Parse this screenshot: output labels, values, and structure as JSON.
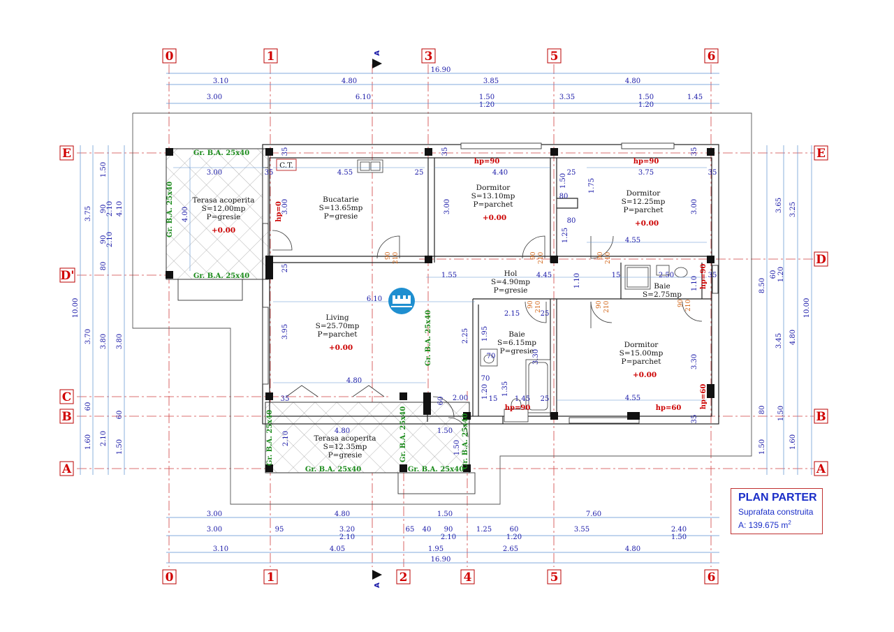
{
  "plan": {
    "title": "PLAN PARTER",
    "subtitle": "Suprafata construita",
    "area_label": "A: 139.675 m",
    "area_unit_sup": "2"
  },
  "axes_top": [
    "0",
    "1",
    "3",
    "5",
    "6"
  ],
  "axes_bottom": [
    "0",
    "1",
    "2",
    "4",
    "5",
    "6"
  ],
  "axes_left": [
    "E",
    "D'",
    "C",
    "B",
    "A"
  ],
  "axes_right": [
    "E",
    "D",
    "B",
    "A"
  ],
  "section": {
    "top": "A",
    "bottom": "A"
  },
  "dims_top": {
    "total": "16.90",
    "row1": [
      "3.10",
      "4.80",
      "3.85",
      "4.80"
    ],
    "row2": [
      "3.00",
      "6.10",
      "1.50",
      "3.35",
      "1.50",
      "1.45"
    ],
    "row2b": [
      "1.20",
      "1.20"
    ]
  },
  "dims_bottom": {
    "row1": [
      "3.00",
      "4.80",
      "1.50",
      "7.60"
    ],
    "row2": [
      "3.00",
      "95",
      "3.20",
      "65",
      "40",
      "90",
      "1.25",
      "60",
      "3.55",
      "2.40"
    ],
    "row2b": [
      "2.10",
      "2.10",
      "1.20",
      "1.50"
    ],
    "row3": [
      "3.10",
      "4.05",
      "1.95",
      "2.65",
      "4.80"
    ],
    "total": "16.90"
  },
  "dims_left": {
    "total": "10.00",
    "a": [
      "3.75",
      "3.70",
      "1.60"
    ],
    "b": [
      "1.50",
      "90",
      "2.10",
      "90",
      "2.10",
      "80",
      "3.80",
      "60",
      "2.10"
    ],
    "c": [
      "4.10",
      "3.80",
      "60",
      "1.50"
    ]
  },
  "dims_right": {
    "total": "10.00",
    "a": [
      "8.50",
      "80",
      "1.50"
    ],
    "b": [
      "3.65",
      "60",
      "1.20",
      "3.45",
      "1.50"
    ],
    "c": [
      "3.25",
      "4.80",
      "1.60"
    ]
  },
  "rooms": [
    {
      "name": "Terasa acoperita",
      "area": "S=12.00mp",
      "floor": "P=gresie",
      "level": "+0.00"
    },
    {
      "name": "Bucatarie",
      "area": "S=13.65mp",
      "floor": "P=gresie",
      "level": ""
    },
    {
      "name": "Dormitor",
      "area": "S=13.10mp",
      "floor": "P=parchet",
      "level": "+0.00"
    },
    {
      "name": "Dormitor",
      "area": "S=12.25mp",
      "floor": "P=parchet",
      "level": "+0.00"
    },
    {
      "name": "Hol",
      "area": "S=4.90mp",
      "floor": "P=gresie",
      "level": ""
    },
    {
      "name": "Baie",
      "area": "S=2.75mp",
      "floor": "",
      "level": ""
    },
    {
      "name": "Living",
      "area": "S=25.70mp",
      "floor": "P=parchet",
      "level": "+0.00"
    },
    {
      "name": "Baie",
      "area": "S=6.15mp",
      "floor": "P=gresie",
      "level": ""
    },
    {
      "name": "Dormitor",
      "area": "S=15.00mp",
      "floor": "P=parchet",
      "level": "+0.00"
    },
    {
      "name": "Terasa acoperita",
      "area": "S=12.35mp",
      "floor": "P=gresie",
      "level": ""
    }
  ],
  "beams": [
    "Gr. B.A. 25x40"
  ],
  "inner_dims": [
    "3.00",
    "4.00",
    "4.55",
    "4.40",
    "3.75",
    "3.00",
    "3.00",
    "4.55",
    "1.55",
    "4.45",
    "15",
    "2.50",
    "6.10",
    "3.95",
    "4.80",
    "2.15",
    "2.25",
    "1.95",
    "3.30",
    "1.20",
    "1.35",
    "1.45",
    "4.55",
    "3.30",
    "4.80",
    "2.10",
    "1.50",
    "1.50",
    "2.00",
    "70",
    "70",
    "15",
    "25",
    "35",
    "60",
    "80",
    "1.50",
    "1.75",
    "1.25",
    "1.10",
    "1.10",
    "1.10",
    "25",
    "35"
  ],
  "door_labels": [
    "90",
    "210"
  ],
  "ct_label": "C.T.",
  "hp_labels": [
    "hp=90",
    "hp=90",
    "hp=0",
    "hp=90",
    "hp=60",
    "hp=60",
    "hp=90"
  ],
  "colors": {
    "axis": "#d00000",
    "dim": "#1a1aa8",
    "beam": "#1a8a1a",
    "level": "#cc0000",
    "door": "#d06010",
    "wall": "#222222",
    "grid": "#d04040"
  }
}
